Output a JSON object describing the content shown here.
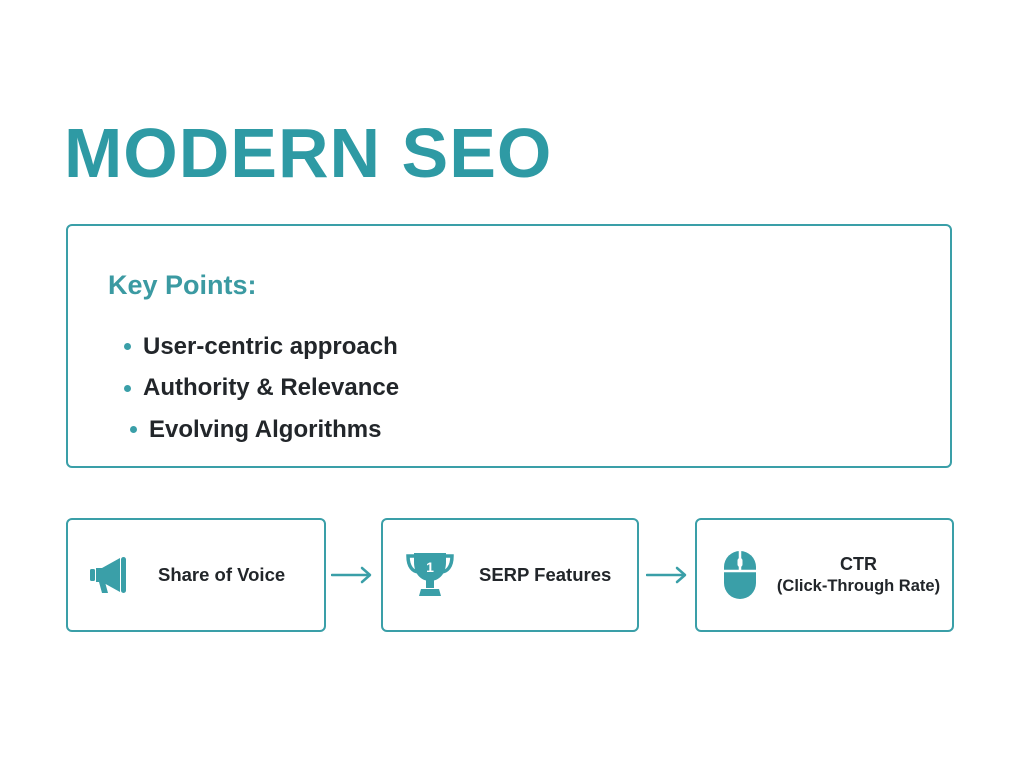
{
  "title": "MODERN SEO",
  "key_points": {
    "heading": "Key Points:",
    "items": [
      "User-centric approach",
      "Authority & Relevance",
      "Evolving Algorithms"
    ]
  },
  "flow": [
    {
      "label": "Share of Voice",
      "icon": "megaphone-icon"
    },
    {
      "label": "SERP Features",
      "icon": "trophy-icon",
      "icon_text": "1"
    },
    {
      "label": "CTR",
      "sublabel": "(Click-Through Rate)",
      "icon": "mouse-icon"
    }
  ],
  "colors": {
    "accent": "#2e9aa4",
    "border": "#3a9fa8",
    "text": "#22262a"
  }
}
